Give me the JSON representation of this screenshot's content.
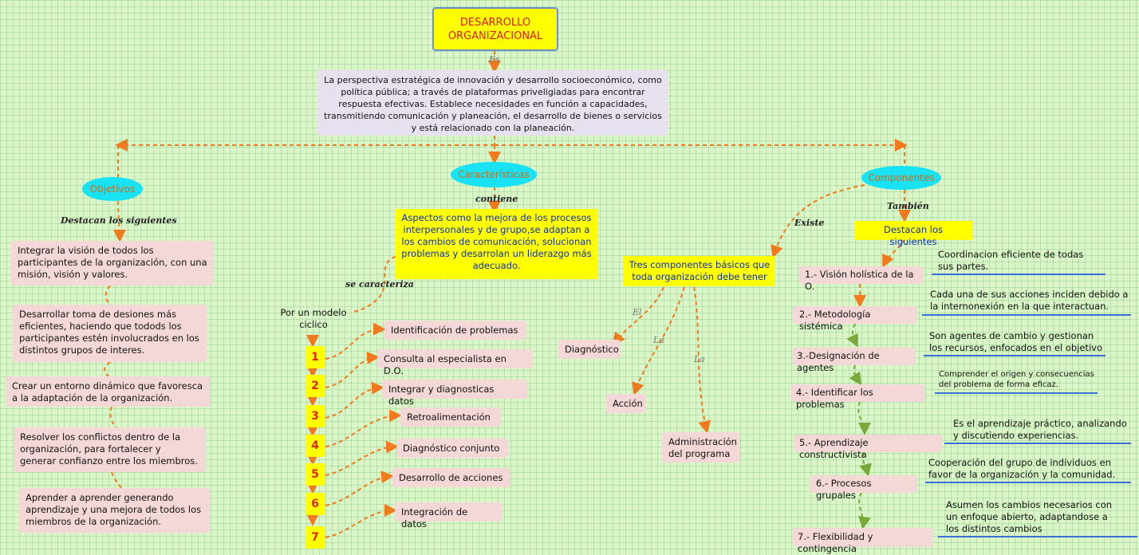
{
  "title": "DESARROLLO ORGANIZACIONAL",
  "definition_link": "Es",
  "definition": "La perspectiva estratégica de innovación y desarrollo socioeconómico, como política pública; a través de plataformas priveligiadas para encontrar respuesta efectivas. Establece necesidades en función a capacidades, transmitiendo comunicación y planeación, el desarrollo de bienes o servicios y está relacionado con la planeación.",
  "branches": {
    "objetivos": {
      "label": "Objetivos",
      "link": "Destacan los siguientes",
      "items": [
        "Integrar la visión de todos los participantes de la organización, con una misión, visión y valores.",
        "Desarrollar toma de desiones más eficientes, haciendo que todods los participantes estén involucrados en los distintos grupos de interes.",
        "Crear un entorno dinámico que favoresca a la adaptación de la organización.",
        "Resolver los conflictos dentro de la organización, para fortalecer y generar confianzo entre los miembros.",
        "Aprender a aprender generando aprendizaje y una mejora de todos los miembros de la organización."
      ]
    },
    "caracteristicas": {
      "label": "Características",
      "link": "contiene",
      "description": "Aspectos como la mejora de los procesos interpersonales y de grupo,se adaptan a los cambios de comunicación, solucionan problemas y desarrolan un liderazgo más adecuado.",
      "link2": "se caracteriza",
      "model": "Por un modelo ciclico",
      "steps": [
        {
          "n": "1",
          "label": "Identificación de problemas"
        },
        {
          "n": "2",
          "label": "Consulta al especialista en D.O."
        },
        {
          "n": "3",
          "label": "Integrar y diagnosticas datos"
        },
        {
          "n": "4",
          "label": "Retroalimentación"
        },
        {
          "n": "5",
          "label": "Diagnóstico conjunto"
        },
        {
          "n": "6",
          "label": "Desarrollo de acciones"
        },
        {
          "n": "7",
          "label": "Integración de datos"
        }
      ]
    },
    "componentes": {
      "label": "Componentes",
      "link_left": "Existe",
      "three": "Tres componentes básicos que toda organización debe tener",
      "three_items": [
        {
          "link": "El",
          "label": "Diagnóstico"
        },
        {
          "link": "La",
          "label": "Acción"
        },
        {
          "link": "La",
          "label": "Administración del programa"
        }
      ],
      "link_right": "También",
      "highlight": "Destacan los siguientes",
      "list": [
        {
          "label": "1.- Visión holística de la O.",
          "note": "Coordinacion eficiente de todas sus partes."
        },
        {
          "label": "2.- Metodología sistémica",
          "note": "Cada una de sus acciones inciden debido a la internonexión en la que interactuan."
        },
        {
          "label": "3.-Designación de agentes",
          "note": "Son agentes de cambio y gestionan los recursos, enfocados en el objetivo"
        },
        {
          "label": "4.- Identificar los problemas",
          "note": "Comprender el origen y consecuencias del problema de forma eficaz."
        },
        {
          "label": "5.- Aprendizaje constructivista",
          "note": "Es el aprendizaje práctico, analizando y discutiendo experiencias."
        },
        {
          "label": "6.- Procesos grupales",
          "note": "Cooperación del grupo de individuos en favor de la organización y la comunidad."
        },
        {
          "label": "7.- Flexibilidad y contingencia",
          "note": "Asumen los cambios necesarios con un enfoque abierto, adaptandose a los distintos cambios"
        }
      ]
    }
  },
  "colors": {
    "background": "#dcf5c8",
    "connector": "#f07a1e",
    "connector_green": "#7aa83a",
    "title_text": "#e01b1b",
    "oval": "#19e2f5",
    "highlight": "#ffff00",
    "highlight_text": "#0b2fa8",
    "note_underline": "#3a6fd8"
  }
}
